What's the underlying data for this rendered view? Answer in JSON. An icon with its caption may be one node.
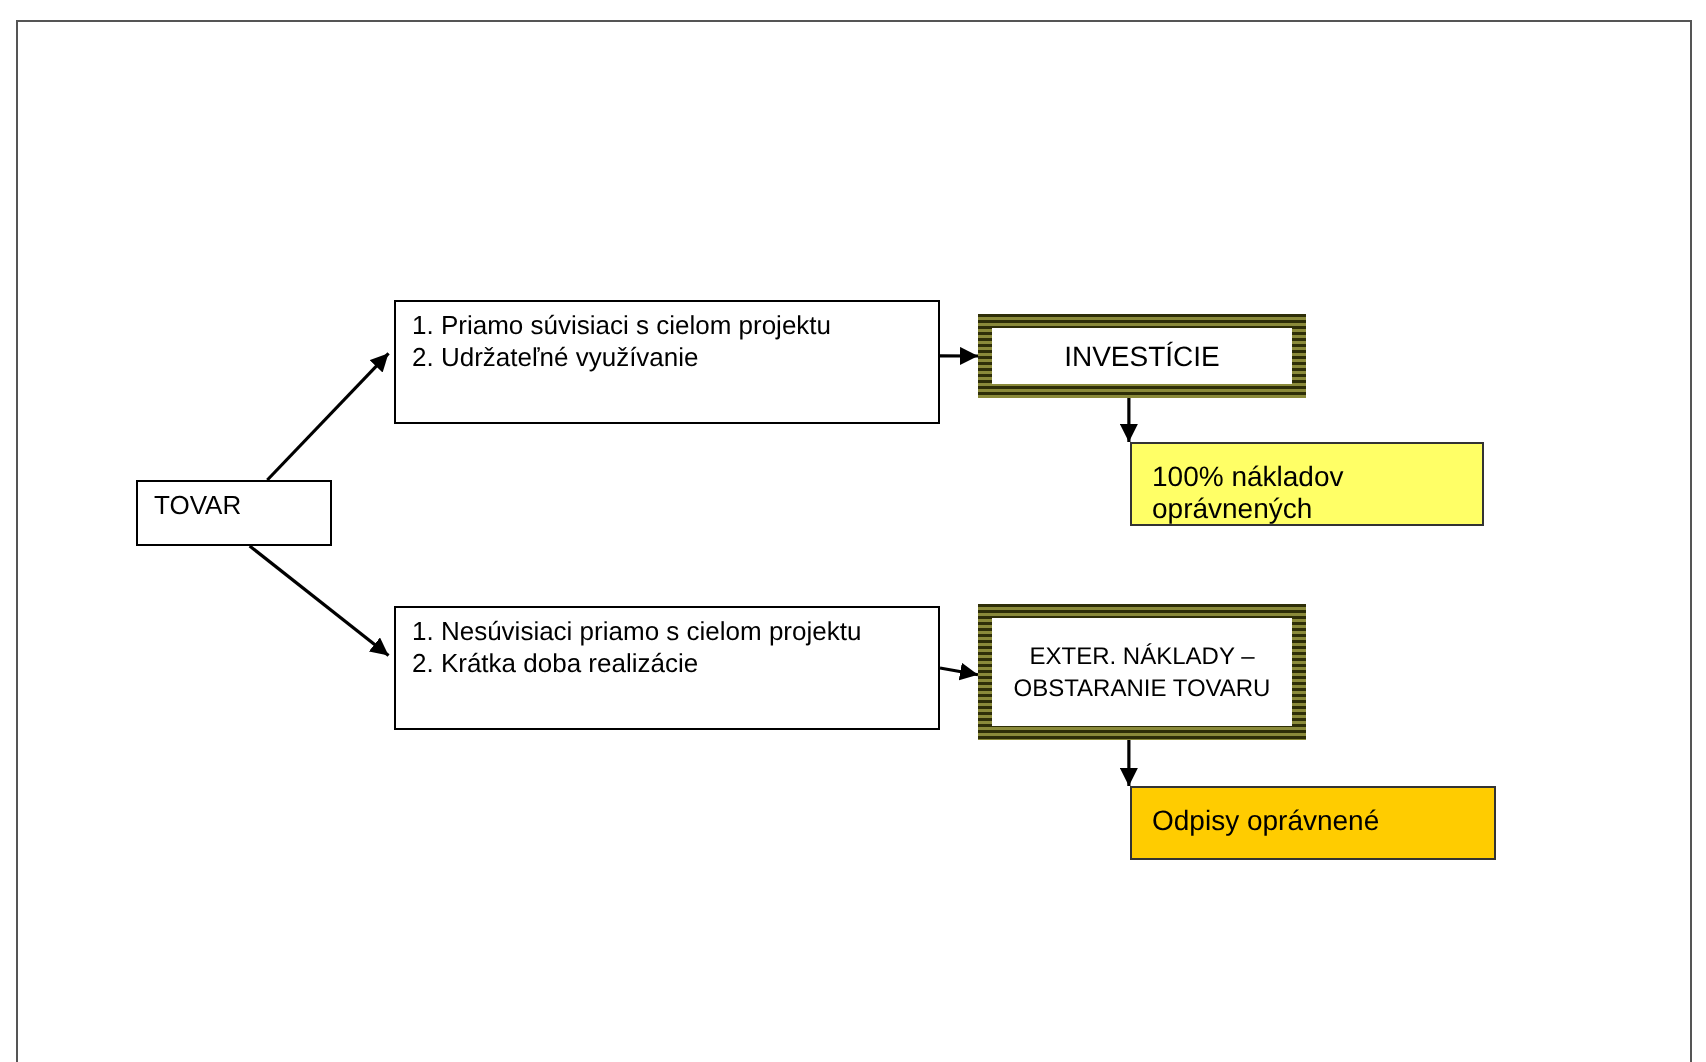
{
  "diagram": {
    "nodes": [
      {
        "text": [
          "TOVAR"
        ]
      },
      {
        "text": [
          "1. Priamo súvisiaci s cielom projektu",
          "2. Udržateľné využívanie"
        ]
      },
      {
        "text": [
          "INVESTÍCIE"
        ]
      },
      {
        "text": [
          "100% nákladov oprávnených"
        ]
      },
      {
        "text": [
          "1. Nesúvisiaci priamo s cielom projektu",
          "2. Krátka doba realizácie"
        ]
      },
      {
        "text": [
          "EXTER. NÁKLADY – OBSTARANIE TOVARU"
        ]
      },
      {
        "text": [
          "Odpisy oprávnené"
        ]
      }
    ],
    "edges": [
      {
        "from": 0,
        "to": 1,
        "arrow": "to"
      },
      {
        "from": 0,
        "to": 4,
        "arrow": "to"
      },
      {
        "from": 1,
        "to": 2,
        "arrow": "to"
      },
      {
        "from": 4,
        "to": 5,
        "arrow": "to"
      },
      {
        "from": 2,
        "to": 3,
        "arrow": "to"
      },
      {
        "from": 5,
        "to": 6,
        "arrow": "to"
      }
    ]
  }
}
